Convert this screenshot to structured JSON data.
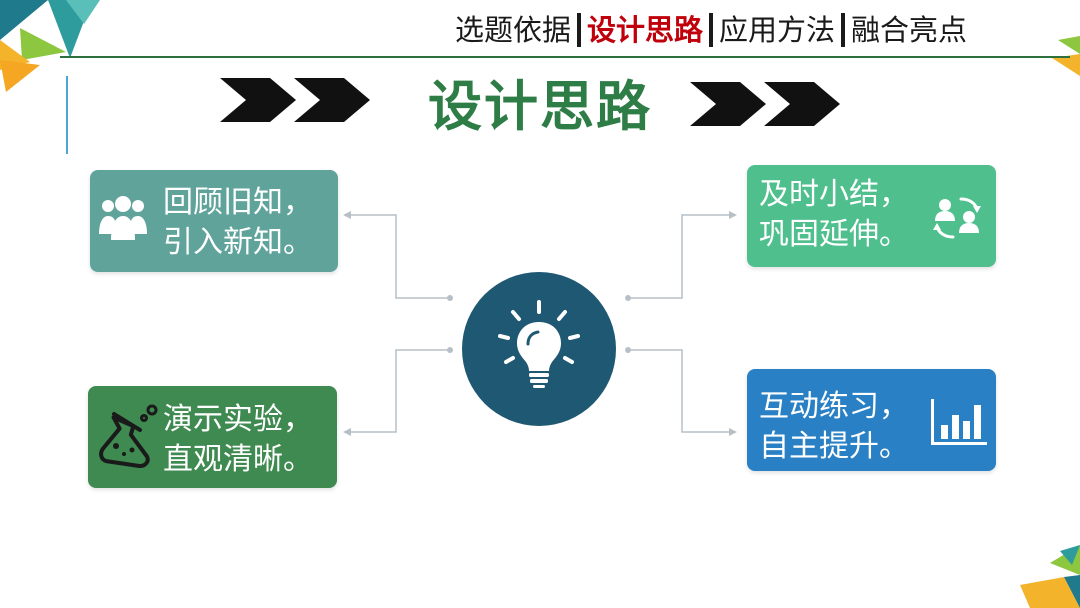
{
  "nav": {
    "tabs": [
      {
        "label": "选题依据",
        "active": false
      },
      {
        "label": "设计思路",
        "active": true
      },
      {
        "label": "应用方法",
        "active": false
      },
      {
        "label": "融合亮点",
        "active": false
      }
    ]
  },
  "title": "设计思路",
  "cards": [
    {
      "line1": "回顾旧知，",
      "line2": "引入新知。",
      "icon": "people-group-icon"
    },
    {
      "line1": "演示实验，",
      "line2": "直观清晰。",
      "icon": "flask-icon"
    },
    {
      "line1": "及时小结，",
      "line2": "巩固延伸。",
      "icon": "user-exchange-icon"
    },
    {
      "line1": "互动练习，",
      "line2": "自主提升。",
      "icon": "bar-chart-icon"
    }
  ],
  "center": {
    "icon": "lightbulb-icon"
  },
  "colors": {
    "title": "#2e7d47",
    "active_tab": "#c0000a",
    "card1": "#5fa39b",
    "card2": "#3e8a50",
    "card3": "#4fbf8e",
    "card4": "#2a80c4",
    "center_circle": "#1f5872"
  }
}
